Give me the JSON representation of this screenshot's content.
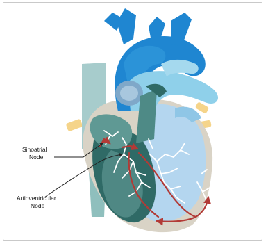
{
  "labels": {
    "sa_line1": "Sinoatrial",
    "sa_line2": "Node",
    "av_line1": "Artioventricular",
    "av_line2": "Node"
  },
  "colors": {
    "aorta": "#1f86d1",
    "pulmonary_artery": "#8fd0ea",
    "vena_cava": "#a7cccc",
    "left_heart": "#b4d6ef",
    "right_ventricle": "#2f6a66",
    "pericardium": "#d9d3c6",
    "fat_pads": "#f5d48a",
    "conduction_pathway": "#b23a36",
    "purkinje_fibers": "#ffffff"
  }
}
